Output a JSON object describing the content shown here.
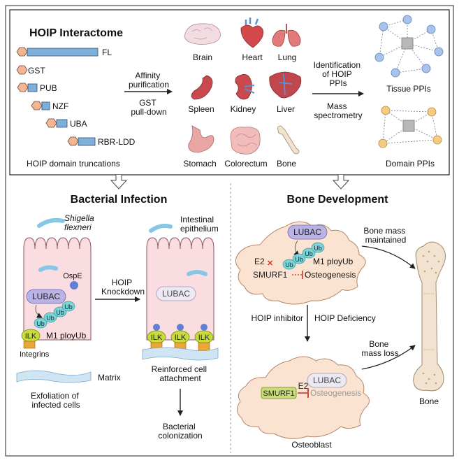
{
  "top": {
    "title": "HOIP Interactome",
    "truncations": [
      {
        "label": "FL"
      },
      {
        "label": "GST"
      },
      {
        "label": "PUB"
      },
      {
        "label": "NZF"
      },
      {
        "label": "UBA"
      },
      {
        "label": "RBR-LDD"
      }
    ],
    "truncations_caption": "HOIP domain truncations",
    "method1": [
      "Affinity",
      "purification"
    ],
    "method2": [
      "GST",
      "pull-down"
    ],
    "tissues": [
      "Brain",
      "Heart",
      "Lung",
      "Spleen",
      "Kidney",
      "Liver",
      "Stomach",
      "Colorectum",
      "Bone"
    ],
    "identification": [
      "Identification",
      "of HOIP",
      "PPIs"
    ],
    "mass_spec": [
      "Mass",
      "spectrometry"
    ],
    "tissue_ppis": "Tissue PPIs",
    "domain_ppis": "Domain PPIs"
  },
  "bacterial": {
    "title": "Bacterial Infection",
    "pathogen": [
      "Shigella",
      "flexneri"
    ],
    "ospe": "OspE",
    "lubac": "LUBAC",
    "ub": "Ub",
    "m1": "M1 ployUb",
    "ilk": "ILK",
    "integrins": "Integrins",
    "matrix": "Matrix",
    "exfoliation": [
      "Exfoliation of",
      "infected cells"
    ],
    "knockdown": [
      "HOIP",
      "Knockdown"
    ],
    "epithelium": [
      "Intestinal",
      "epithelium"
    ],
    "reinforced": [
      "Reinforced cell",
      "attachment"
    ],
    "colonization": [
      "Bacterial",
      "colonization"
    ]
  },
  "bone": {
    "title": "Bone Development",
    "lubac": "LUBAC",
    "ub": "Ub",
    "m1": "M1 ployUb",
    "e2": "E2",
    "smurf1": "SMURF1",
    "osteogenesis": "Osteogenesis",
    "mass_maintained": [
      "Bone mass",
      "maintained"
    ],
    "inhibitor": "HOIP inhibitor",
    "deficiency": "HOIP Deficiency",
    "mass_loss": [
      "Bone",
      "mass loss"
    ],
    "bone_label": "Bone",
    "osteoblast": "Osteoblast"
  },
  "colors": {
    "bar": "#7fb0dc",
    "hexagon": "#f4b592",
    "cell": "#f9dde0",
    "lubac": "#b9b3e4",
    "ub": "#7dd3d5",
    "ilk": "#c7db3a",
    "osteo": "#fbe3d2",
    "tissue_node": "#a9c4ec",
    "domain_node": "#f6cb7f"
  }
}
